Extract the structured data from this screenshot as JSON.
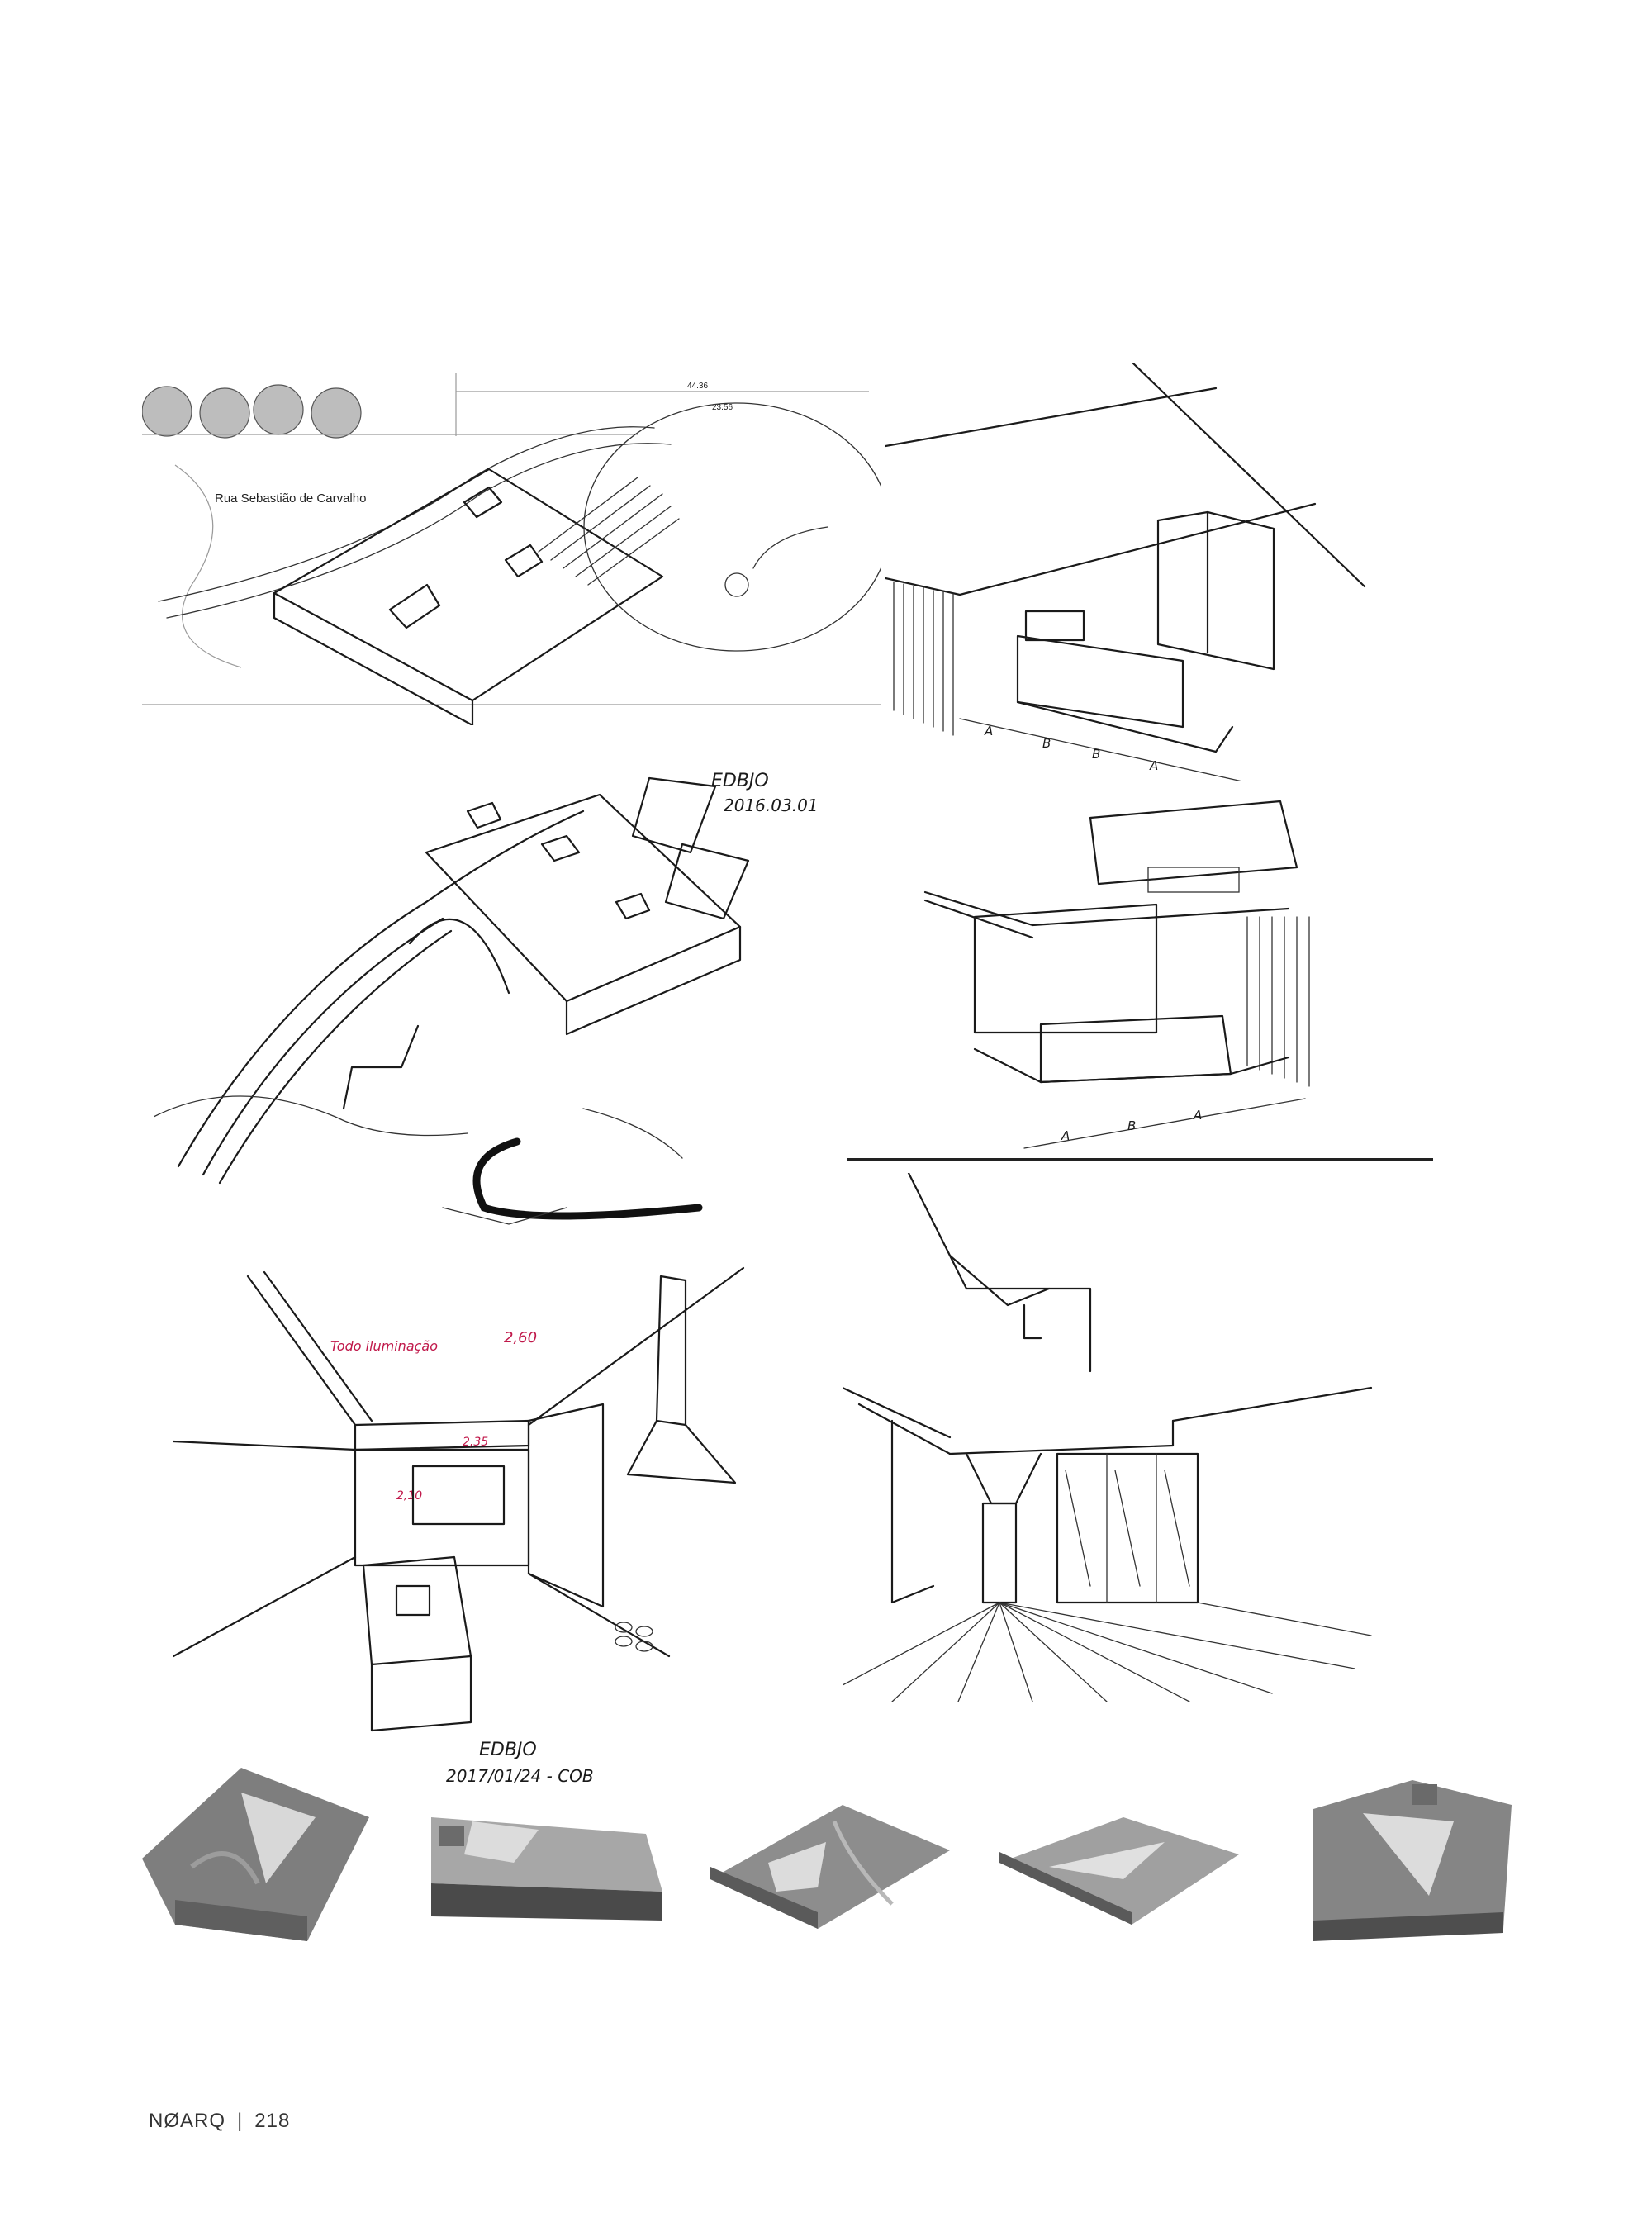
{
  "sketches": {
    "site_plan": {
      "street_label": "Rua Sebastião de Carvalho",
      "dim_top": "44.36",
      "dim_second": "23.56"
    },
    "axonometric": {
      "signature": "EDBJO",
      "date": "2016.03.01"
    },
    "kitchen": {
      "note": "Todo iluminação",
      "height_ceiling": "2,60",
      "height_lowered": "2,35",
      "height_window": "2,10",
      "signature": "EDBJO",
      "date": "2017/01/24 - COB"
    },
    "living_top": {
      "markers": [
        "A",
        "B",
        "B",
        "A"
      ]
    },
    "living_mid": {
      "markers": [
        "A",
        "B",
        "A"
      ]
    }
  },
  "footer": {
    "magazine": "NØARQ",
    "separator": "|",
    "page_number": "218"
  }
}
